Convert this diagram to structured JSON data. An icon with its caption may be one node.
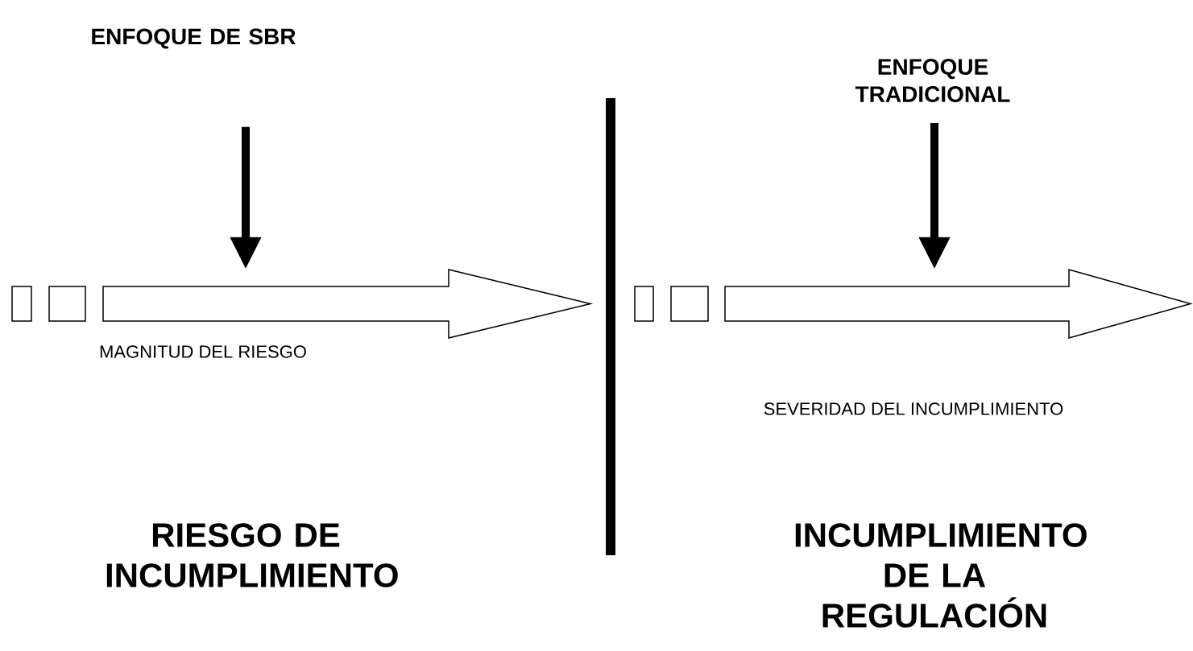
{
  "diagram": {
    "nodes": [
      {
        "text": [
          "ENFOQUE DE SBR"
        ]
      },
      {
        "text": [],
        "shape": "arrow",
        "beside": [
          "MAGNITUD DEL RIESGO"
        ]
      },
      {
        "text": [
          "ENFOQUE TRADICIONAL"
        ]
      },
      {
        "text": [],
        "shape": "arrow",
        "beside": [
          "SEVERIDAD DEL INCUMPLIMIENTO"
        ]
      }
    ],
    "edges": [
      {
        "from": 0,
        "to": 1,
        "arrow": "to"
      },
      {
        "from": 2,
        "to": 3,
        "arrow": "to"
      }
    ],
    "labels": [
      "RIESGO DE INCUMPLIMIENTO",
      "INCUMPLIMIENTO DE LA REGULACIÓN"
    ]
  }
}
